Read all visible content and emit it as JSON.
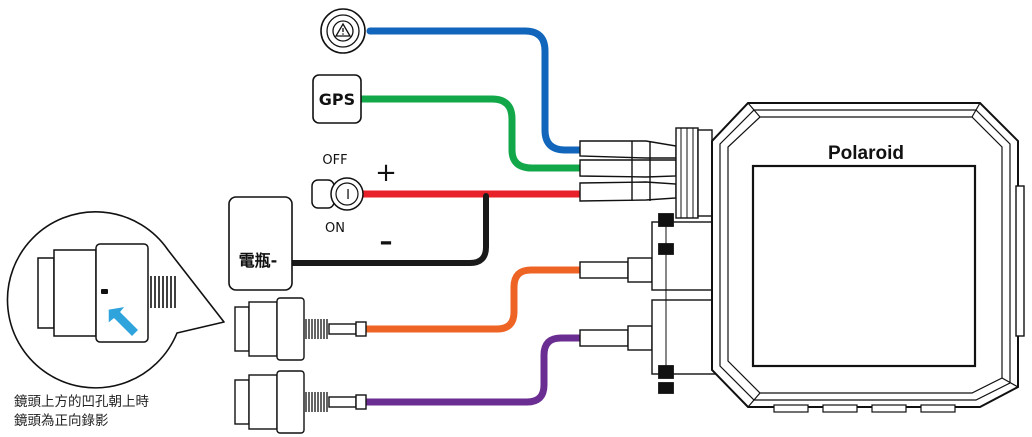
{
  "device": {
    "brand": "Polaroid"
  },
  "gps_box": {
    "label": "GPS"
  },
  "switch": {
    "off_label": "OFF",
    "on_label": "ON",
    "symbol": "I"
  },
  "battery": {
    "label": "電瓶-"
  },
  "polarity": {
    "plus": "+",
    "minus": "–"
  },
  "caption": {
    "line1": "鏡頭上方的凹孔朝上時",
    "line2": "鏡頭為正向錄影"
  },
  "icons": {
    "emergency_button": "warning-triangle-icon",
    "zoom_arrow": "arrow-icon"
  },
  "colors": {
    "emergency_wire": "#1166bb",
    "gps_wire": "#12a84a",
    "power_plus_wire": "#e8202a",
    "power_minus_wire": "#1a1a1a",
    "front_camera_wire": "#ee6424",
    "rear_camera_wire": "#6a2d91",
    "zoom_arrow": "#2ea3dc"
  }
}
